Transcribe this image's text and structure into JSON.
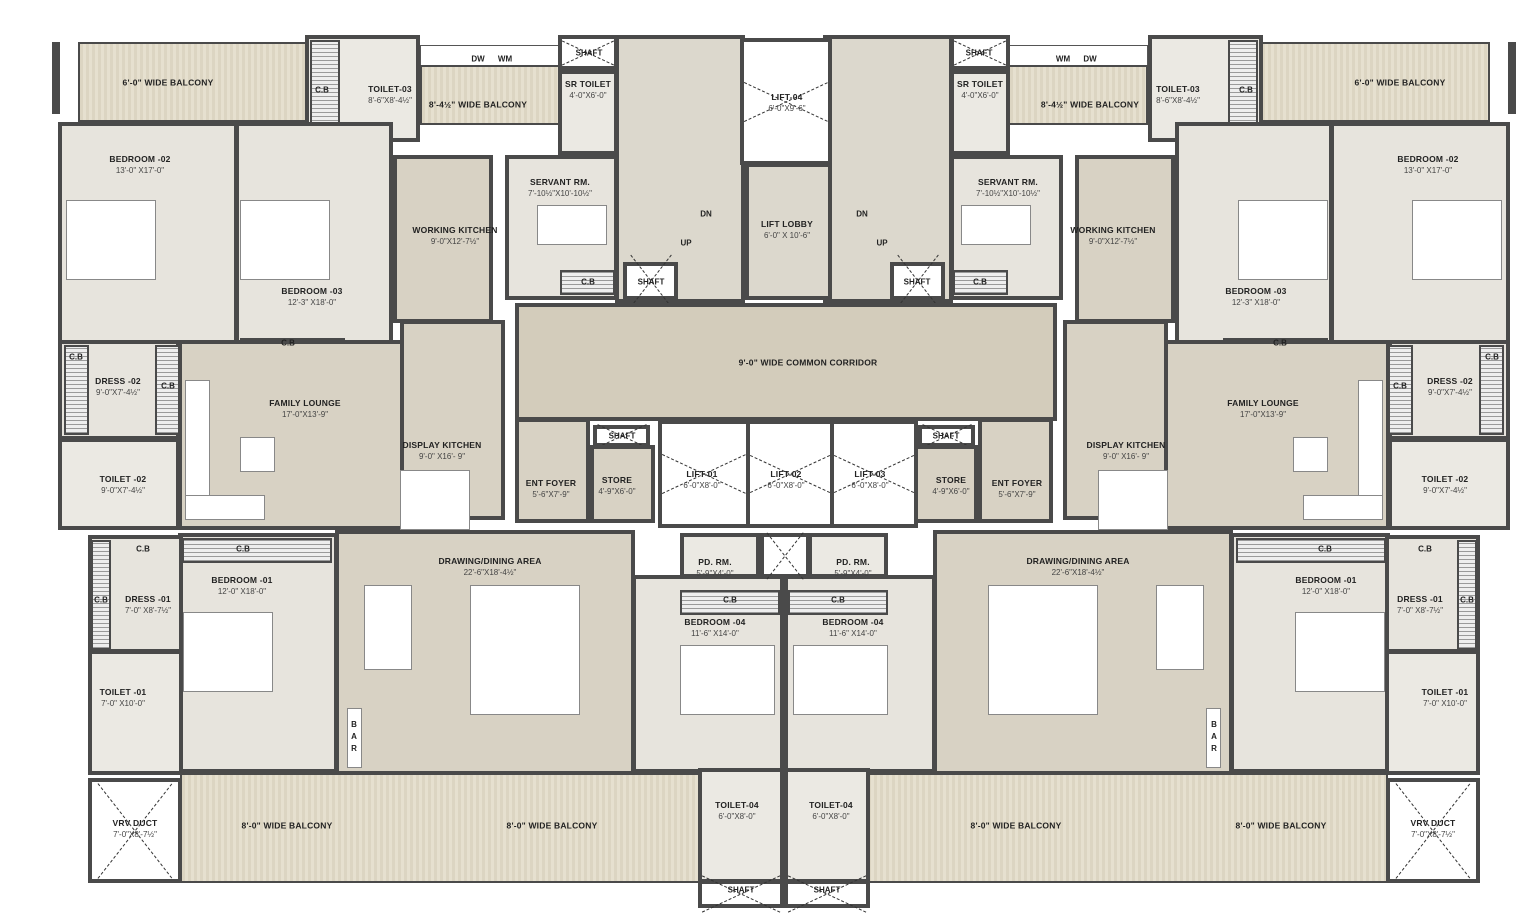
{
  "common": {
    "cb": "C.B",
    "shaft": "SHAFT",
    "dw": "DW",
    "wm": "WM",
    "up": "UP",
    "dn": "DN",
    "bar": "BAR"
  },
  "rooms": {
    "balcony6": {
      "name": "6'-0\" WIDE BALCONY"
    },
    "toilet03": {
      "name": "TOILET-03",
      "dims": "8'-6\"X8'-4½\""
    },
    "balcony84": {
      "name": "8'-4½\" WIDE BALCONY"
    },
    "srtoilet": {
      "name": "SR TOILET",
      "dims": "4'-0\"X6'-0\""
    },
    "bedroom02": {
      "name": "BEDROOM -02",
      "dims": "13'-0\" X17'-0\""
    },
    "bedroom03": {
      "name": "BEDROOM -03",
      "dims": "12'-3\" X18'-0\""
    },
    "workkitchen": {
      "name": "WORKING KITCHEN",
      "dims": "9'-0\"X12'-7½\""
    },
    "servant": {
      "name": "SERVANT RM.",
      "dims": "7'-10½\"X10'-10½\""
    },
    "dress02": {
      "name": "DRESS -02",
      "dims": "9'-0\"X7'-4½\""
    },
    "lounge": {
      "name": "FAMILY LOUNGE",
      "dims": "17'-0\"X13'-9\""
    },
    "dispkitchen": {
      "name": "DISPLAY KITCHEN",
      "dims": "9'-0\" X16'- 9\""
    },
    "toilet02": {
      "name": "TOILET -02",
      "dims": "9'-0\"X7'-4½\""
    },
    "foyer": {
      "name": "ENT FOYER",
      "dims": "5'-6\"X7'-9\""
    },
    "store": {
      "name": "STORE",
      "dims": "4'-9\"X6'-0\""
    },
    "drawing": {
      "name": "DRAWING/DINING AREA",
      "dims": "22'-6\"X18'-4½\""
    },
    "bedroom01": {
      "name": "BEDROOM -01",
      "dims": "12'-0\" X18'-0\""
    },
    "dress01": {
      "name": "DRESS -01",
      "dims": "7'-0\" X8'-7½\""
    },
    "toilet01": {
      "name": "TOILET -01",
      "dims": "7'-0\" X10'-0\""
    },
    "pdrm": {
      "name": "PD. RM.",
      "dims": "5'-9\"X4'-0\""
    },
    "bedroom04": {
      "name": "BEDROOM -04",
      "dims": "11'-6\" X14'-0\""
    },
    "balcony8": {
      "name": "8'-0\" WIDE BALCONY"
    },
    "vrv": {
      "name": "VRV DUCT",
      "dims": "7'-0\"X8'-7½\""
    },
    "toilet04": {
      "name": "TOILET-04",
      "dims": "6'-0\"X8'-0\""
    },
    "lift04": {
      "name": "LIFT-04",
      "dims": "6'-0\"X9'-6\""
    },
    "liftlobby": {
      "name": "LIFT LOBBY",
      "dims": "6'-0\" X 10'-6\""
    },
    "corridor": {
      "name": "9'-0\" WIDE  COMMON CORRIDOR"
    },
    "lift01": {
      "name": "LIFT-01",
      "dims": "6'-0\"X8'-0\""
    },
    "lift02": {
      "name": "LIFT-02",
      "dims": "6'-0\"X8'-0\""
    },
    "lift03": {
      "name": "LIFT-03",
      "dims": "6'-0\"X8'-0\""
    }
  }
}
